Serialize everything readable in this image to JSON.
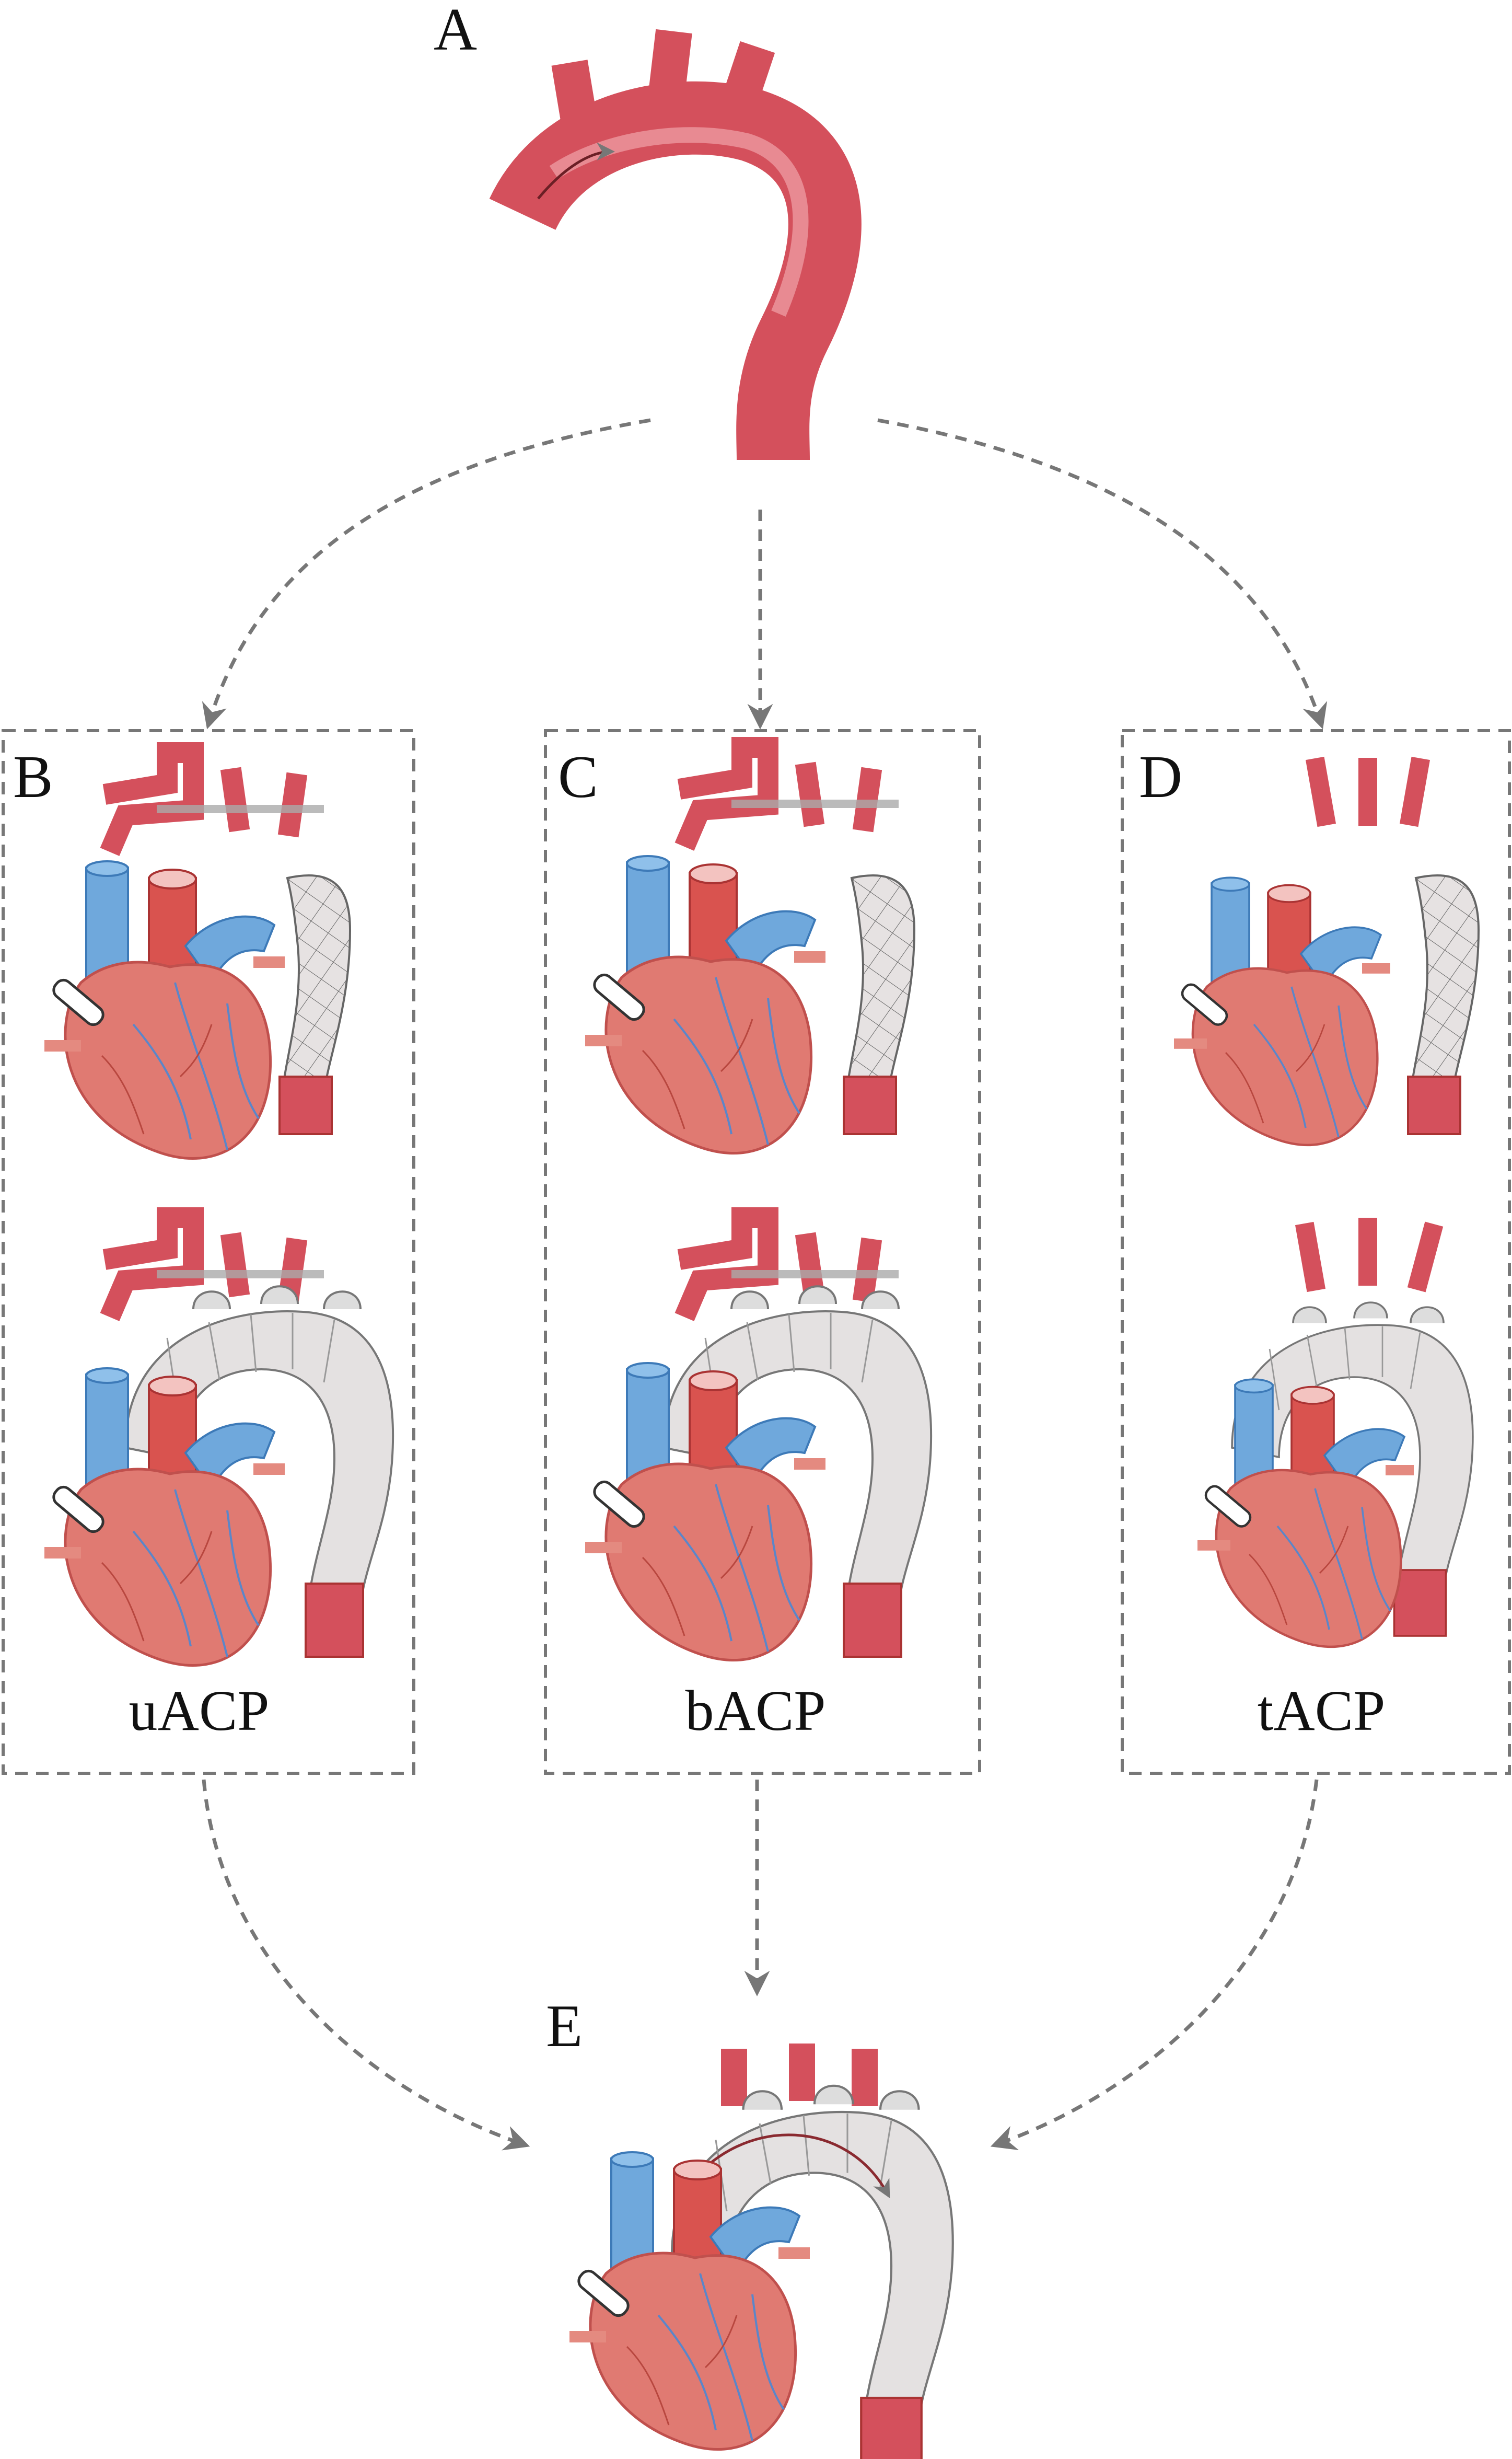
{
  "panels": {
    "A": {
      "label": "A"
    },
    "B": {
      "label": "B",
      "caption": "uACP"
    },
    "C": {
      "label": "C",
      "caption": "bACP"
    },
    "D": {
      "label": "D",
      "caption": "tACP"
    },
    "E": {
      "label": "E"
    }
  },
  "colors": {
    "aorta": "#d4505c",
    "aorta_highlight": "#e88a92",
    "heart": "#e07a72",
    "vein": "#6fa8dc",
    "graft": "#e4e1e1",
    "dashed_lines": "#777777"
  }
}
